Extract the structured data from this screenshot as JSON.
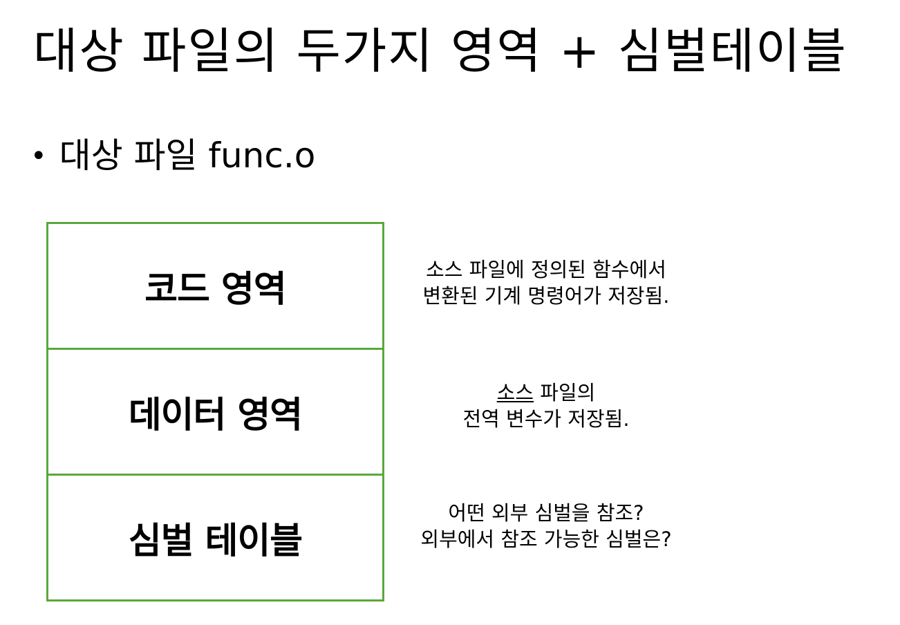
{
  "title": "대상 파일의 두가지 영역 + 심벌테이블",
  "bullet": {
    "symbol": "•",
    "text": "대상 파일 func.o"
  },
  "sections": [
    {
      "label": "코드 영역",
      "description": [
        "소스 파일에 정의된 함수에서",
        "변환된 기계 명령어가 저장됨."
      ]
    },
    {
      "label": "데이터 영역",
      "description_underlined": "소스",
      "description_rest": " 파일의",
      "description_line2": "전역 변수가 저장됨."
    },
    {
      "label": "심벌 테이블",
      "description": [
        "어떤 외부 심벌을 참조?",
        "외부에서 참조 가능한 심벌은?"
      ]
    }
  ],
  "colors": {
    "box_border": "#5aa83a",
    "text": "#000000",
    "background": "#ffffff"
  }
}
